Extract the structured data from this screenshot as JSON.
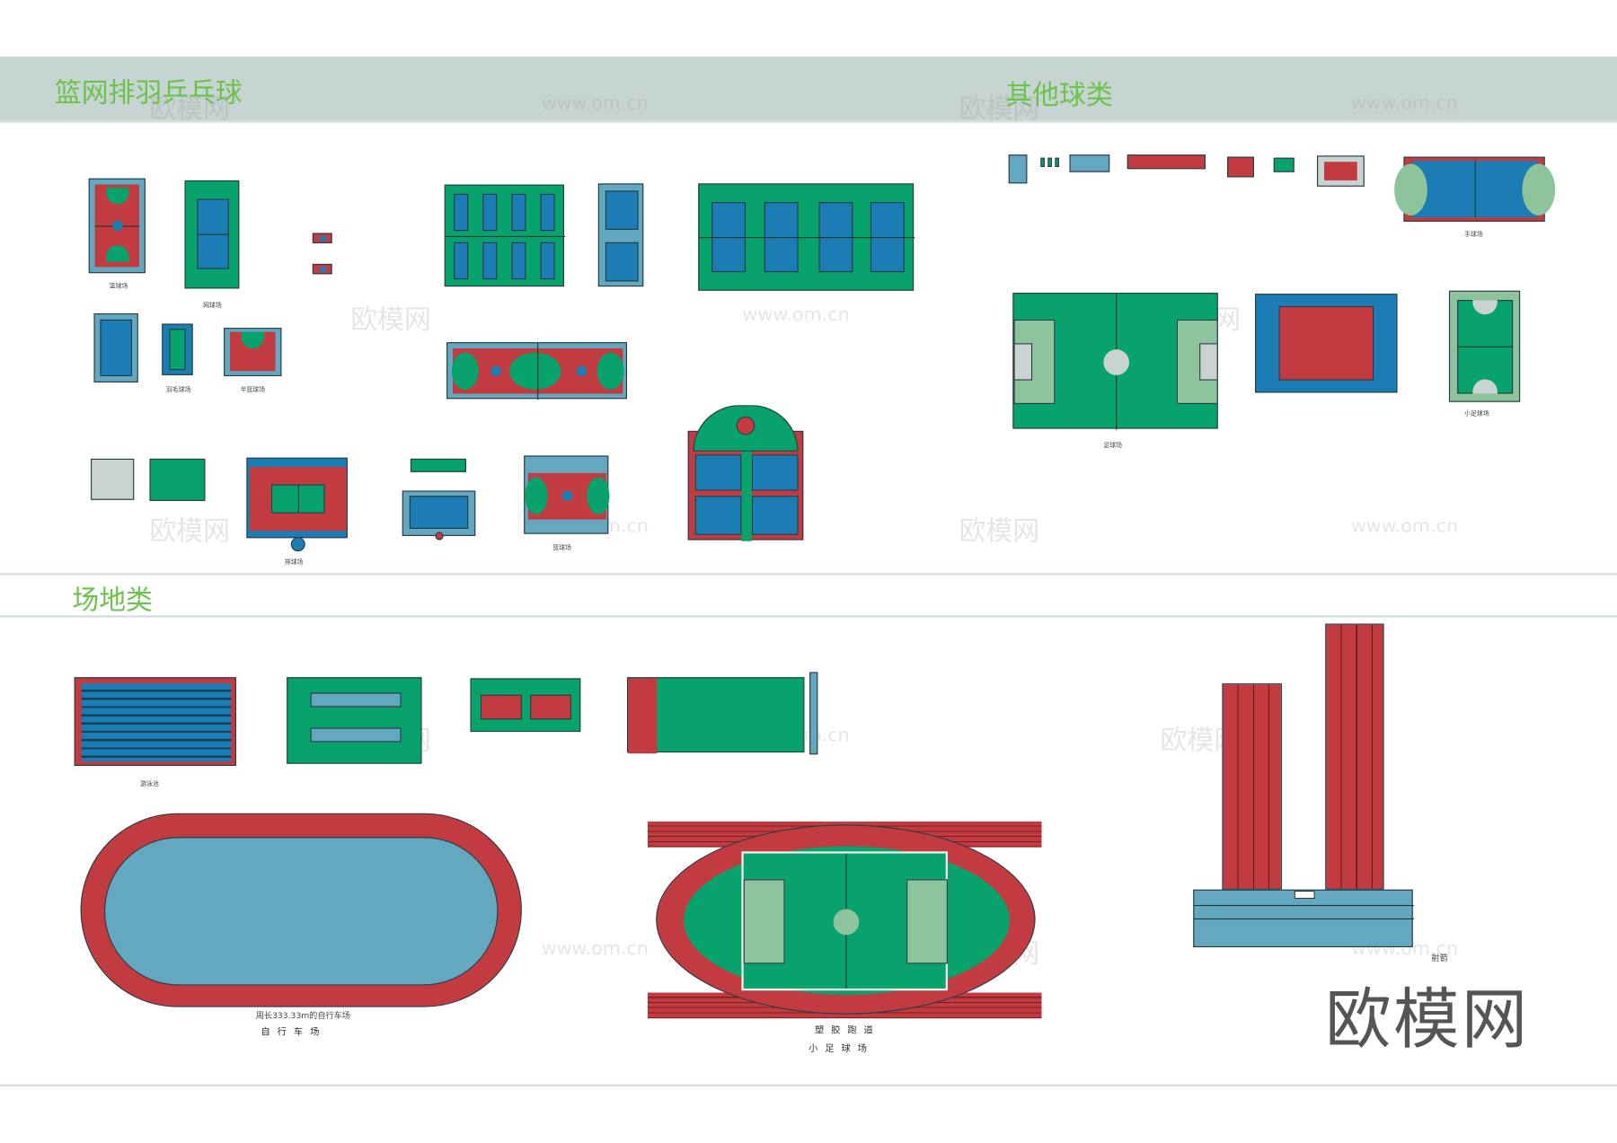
{
  "sections": {
    "ball_sports": "篮网排羽乒乓球",
    "other_balls": "其他球类",
    "venues": "场地类"
  },
  "labels": {
    "basketball": "篮球场",
    "tennis": "网球场",
    "volleyball": "排球场",
    "badminton": "羽毛球场",
    "mini_basketball": "半篮球场",
    "handball": "手球场",
    "football": "足球场",
    "small_football": "小足球场",
    "swimming_pool": "游泳池",
    "bike_track_caption": "周长333.33m的自行车场",
    "bike_track": "自 行 车 场",
    "plastic_track": "塑 胶 跑 道",
    "small_football_field": "小 足 球 场",
    "archery": "射箭"
  },
  "watermark": {
    "brand": "欧模网",
    "site": "www.om.cn"
  },
  "colors": {
    "red": "#c23b40",
    "green": "#08a36c",
    "blue": "#1c7db4",
    "light_blue": "#63a8bf",
    "header": "#c6d4d2",
    "title": "#6cc24a"
  }
}
